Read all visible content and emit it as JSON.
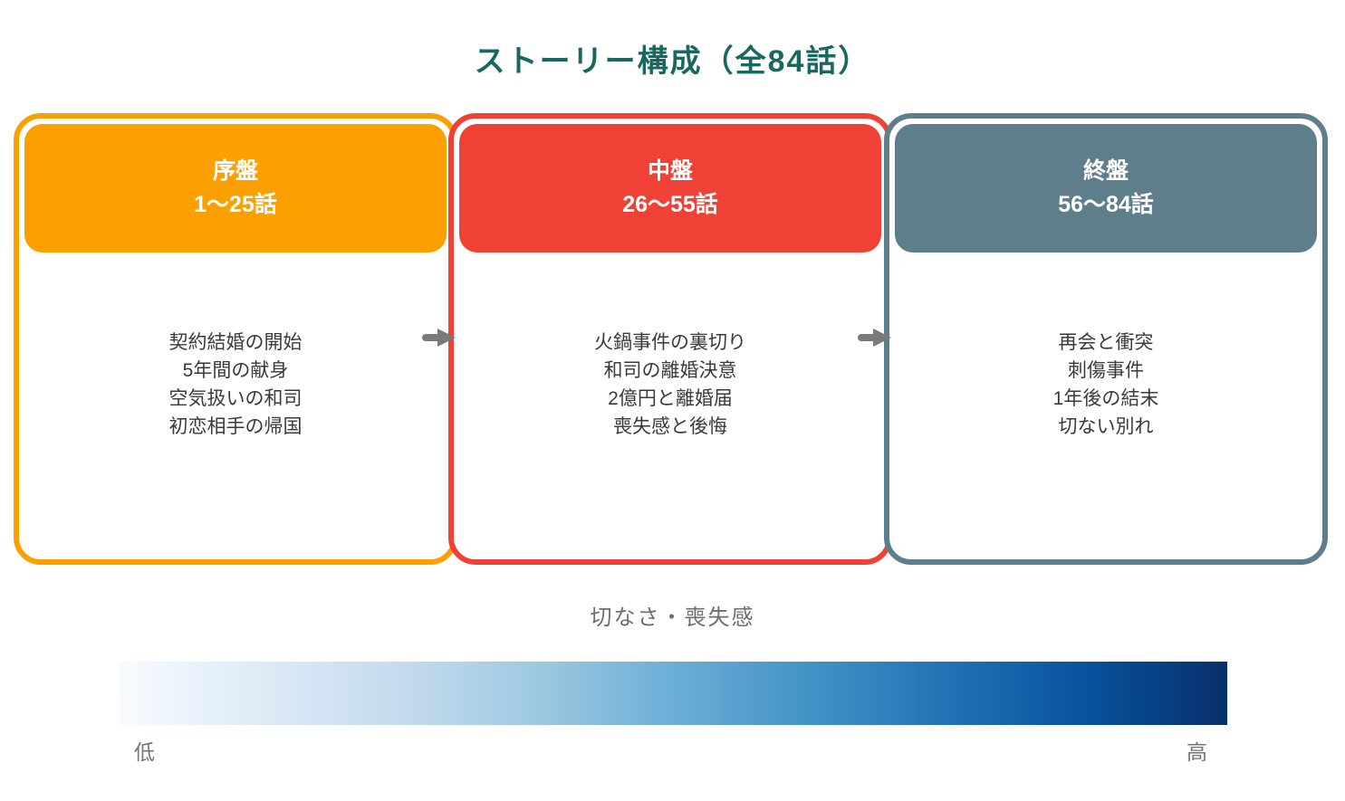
{
  "title": "ストーリー構成（全84話）",
  "title_color": "#17695F",
  "arrow_color": "#7a7a7a",
  "phases": [
    {
      "name": "序盤",
      "episodes": "1〜25話",
      "color": "#FBA000",
      "points": [
        "契約結婚の開始",
        "5年間の献身",
        "空気扱いの和司",
        "初恋相手の帰国"
      ]
    },
    {
      "name": "中盤",
      "episodes": "26〜55話",
      "color": "#EF4135",
      "points": [
        "火鍋事件の裏切り",
        "和司の離婚決意",
        "2億円と離婚届",
        "喪失感と後悔"
      ]
    },
    {
      "name": "終盤",
      "episodes": "56〜84話",
      "color": "#5E7E8C",
      "points": [
        "再会と衝突",
        "刺傷事件",
        "1年後の結末",
        "切ない別れ"
      ]
    }
  ],
  "gauge": {
    "label": "切なさ・喪失感",
    "low_label": "低",
    "high_label": "高",
    "gradient_stops": [
      "#f7fbff",
      "#deebf7",
      "#c6dbef",
      "#9ecae1",
      "#6baed6",
      "#4292c6",
      "#2171b5",
      "#08519c",
      "#08306b"
    ]
  }
}
